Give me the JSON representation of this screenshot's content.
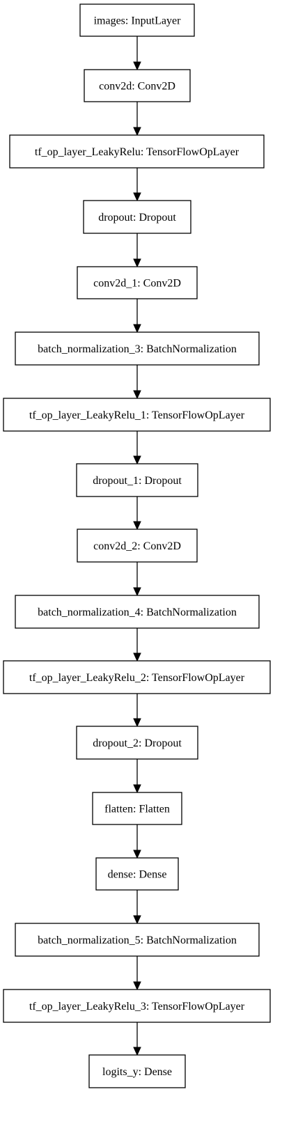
{
  "nodes": [
    {
      "label": "images: InputLayer"
    },
    {
      "label": "conv2d: Conv2D"
    },
    {
      "label": "tf_op_layer_LeakyRelu: TensorFlowOpLayer"
    },
    {
      "label": "dropout: Dropout"
    },
    {
      "label": "conv2d_1: Conv2D"
    },
    {
      "label": "batch_normalization_3: BatchNormalization"
    },
    {
      "label": "tf_op_layer_LeakyRelu_1: TensorFlowOpLayer"
    },
    {
      "label": "dropout_1: Dropout"
    },
    {
      "label": "conv2d_2: Conv2D"
    },
    {
      "label": "batch_normalization_4: BatchNormalization"
    },
    {
      "label": "tf_op_layer_LeakyRelu_2: TensorFlowOpLayer"
    },
    {
      "label": "dropout_2: Dropout"
    },
    {
      "label": "flatten: Flatten"
    },
    {
      "label": "dense: Dense"
    },
    {
      "label": "batch_normalization_5: BatchNormalization"
    },
    {
      "label": "tf_op_layer_LeakyRelu_3: TensorFlowOpLayer"
    },
    {
      "label": "logits_y: Dense"
    }
  ],
  "edges": [
    {
      "from": 0,
      "to": 1
    },
    {
      "from": 1,
      "to": 2
    },
    {
      "from": 2,
      "to": 3
    },
    {
      "from": 3,
      "to": 4
    },
    {
      "from": 4,
      "to": 5
    },
    {
      "from": 5,
      "to": 6
    },
    {
      "from": 6,
      "to": 7
    },
    {
      "from": 7,
      "to": 8
    },
    {
      "from": 8,
      "to": 9
    },
    {
      "from": 9,
      "to": 10
    },
    {
      "from": 10,
      "to": 11
    },
    {
      "from": 11,
      "to": 12
    },
    {
      "from": 12,
      "to": 13
    },
    {
      "from": 13,
      "to": 14
    },
    {
      "from": 14,
      "to": 15
    },
    {
      "from": 15,
      "to": 16
    }
  ]
}
